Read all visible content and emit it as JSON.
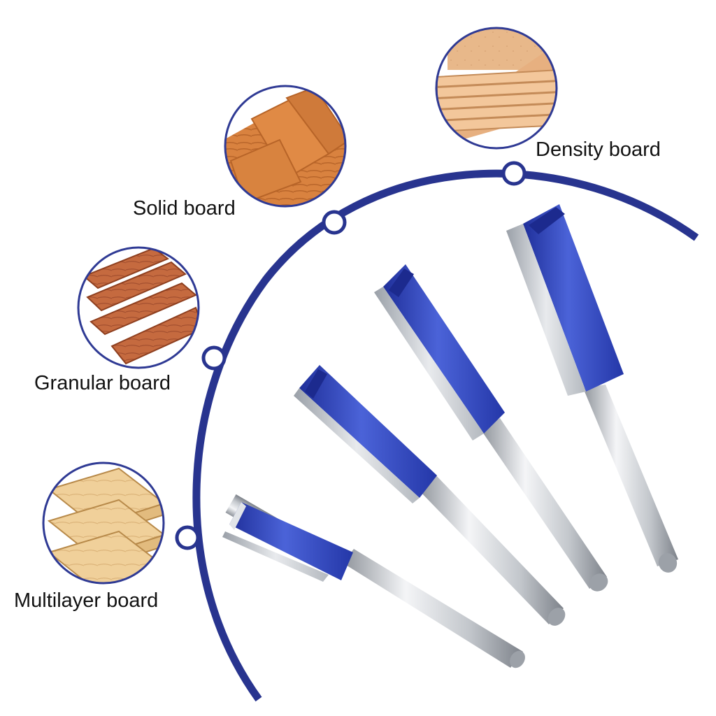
{
  "materials": [
    {
      "name": "Density board",
      "icon": "mdf-panels-icon"
    },
    {
      "name": "Solid board",
      "icon": "solid-wood-icon"
    },
    {
      "name": "Granular board",
      "icon": "wood-planks-icon"
    },
    {
      "name": "Multilayer board",
      "icon": "plywood-icon"
    }
  ],
  "colors": {
    "arc": "#28348f",
    "circle_border": "#2f3a94",
    "bit_blue": "#3a50c8",
    "shank": "#c9ccd1",
    "text": "#111111"
  },
  "product": {
    "bit_count": 4,
    "type": "straight router bits"
  }
}
